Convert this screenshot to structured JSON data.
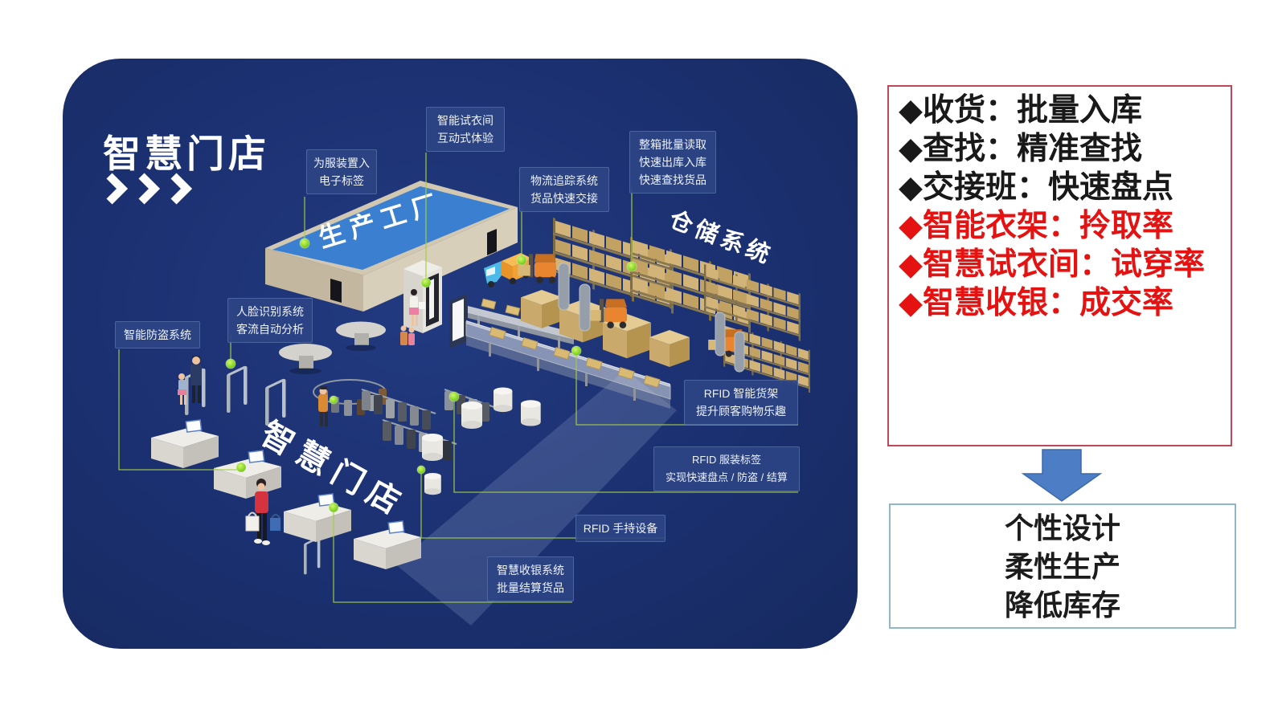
{
  "panel": {
    "title": "智慧门店",
    "scene_texts": {
      "factory_roof": "生产工厂",
      "warehouse": "仓储系统",
      "store": "智慧门店"
    },
    "labels": [
      {
        "id": "tag-insert",
        "lines": [
          "为服装置入",
          "电子标签"
        ]
      },
      {
        "id": "fitting-room",
        "lines": [
          "智能试衣间",
          "互动式体验"
        ]
      },
      {
        "id": "logistics",
        "lines": [
          "物流追踪系统",
          "货品快速交接"
        ]
      },
      {
        "id": "batch-read",
        "lines": [
          "整箱批量读取",
          "快速出库入库",
          "快速查找货品"
        ]
      },
      {
        "id": "face-recog",
        "lines": [
          "人脸识别系统",
          "客流自动分析"
        ]
      },
      {
        "id": "anti-theft",
        "lines": [
          "智能防盗系统"
        ]
      },
      {
        "id": "smart-shelf",
        "lines": [
          "RFID 智能货架",
          "提升顾客购物乐趣"
        ]
      },
      {
        "id": "clothing-tag",
        "lines": [
          "RFID 服装标签",
          "实现快速盘点 / 防盗 / 结算"
        ]
      },
      {
        "id": "handheld",
        "lines": [
          "RFID 手持设备"
        ]
      },
      {
        "id": "cashier",
        "lines": [
          "智慧收银系统",
          "批量结算货品"
        ]
      }
    ]
  },
  "right": {
    "kpi_box": {
      "items": [
        {
          "text": "◆收货：批量入库",
          "color": "black"
        },
        {
          "text": "◆查找：精准查找",
          "color": "black"
        },
        {
          "text": "◆交接班：快速盘点",
          "color": "black"
        },
        {
          "text": "◆智能衣架：拎取率",
          "color": "red"
        },
        {
          "text": "◆智慧试衣间：试穿率",
          "color": "red"
        },
        {
          "text": "◆智慧收银：成交率",
          "color": "red"
        }
      ]
    },
    "benefit_box": {
      "lines": [
        "个性设计",
        "柔性生产",
        "降低库存"
      ]
    }
  },
  "icons": {
    "title_chevrons": "triple-right-chevron",
    "down_arrow": "thick-down-arrow"
  },
  "colors": {
    "panel_navy": "#1b3070",
    "kpi_border_red": "#c0475a",
    "kpi_text_red": "#e51212",
    "kpi_text_black": "#191919",
    "benefit_border_blue": "#8fb7c7",
    "arrow_blue": "#4d7ec5",
    "connector_green": "#a5cc40",
    "dot_green": "#8fdc2f",
    "factory_roof_blue": "#3b80d0"
  }
}
